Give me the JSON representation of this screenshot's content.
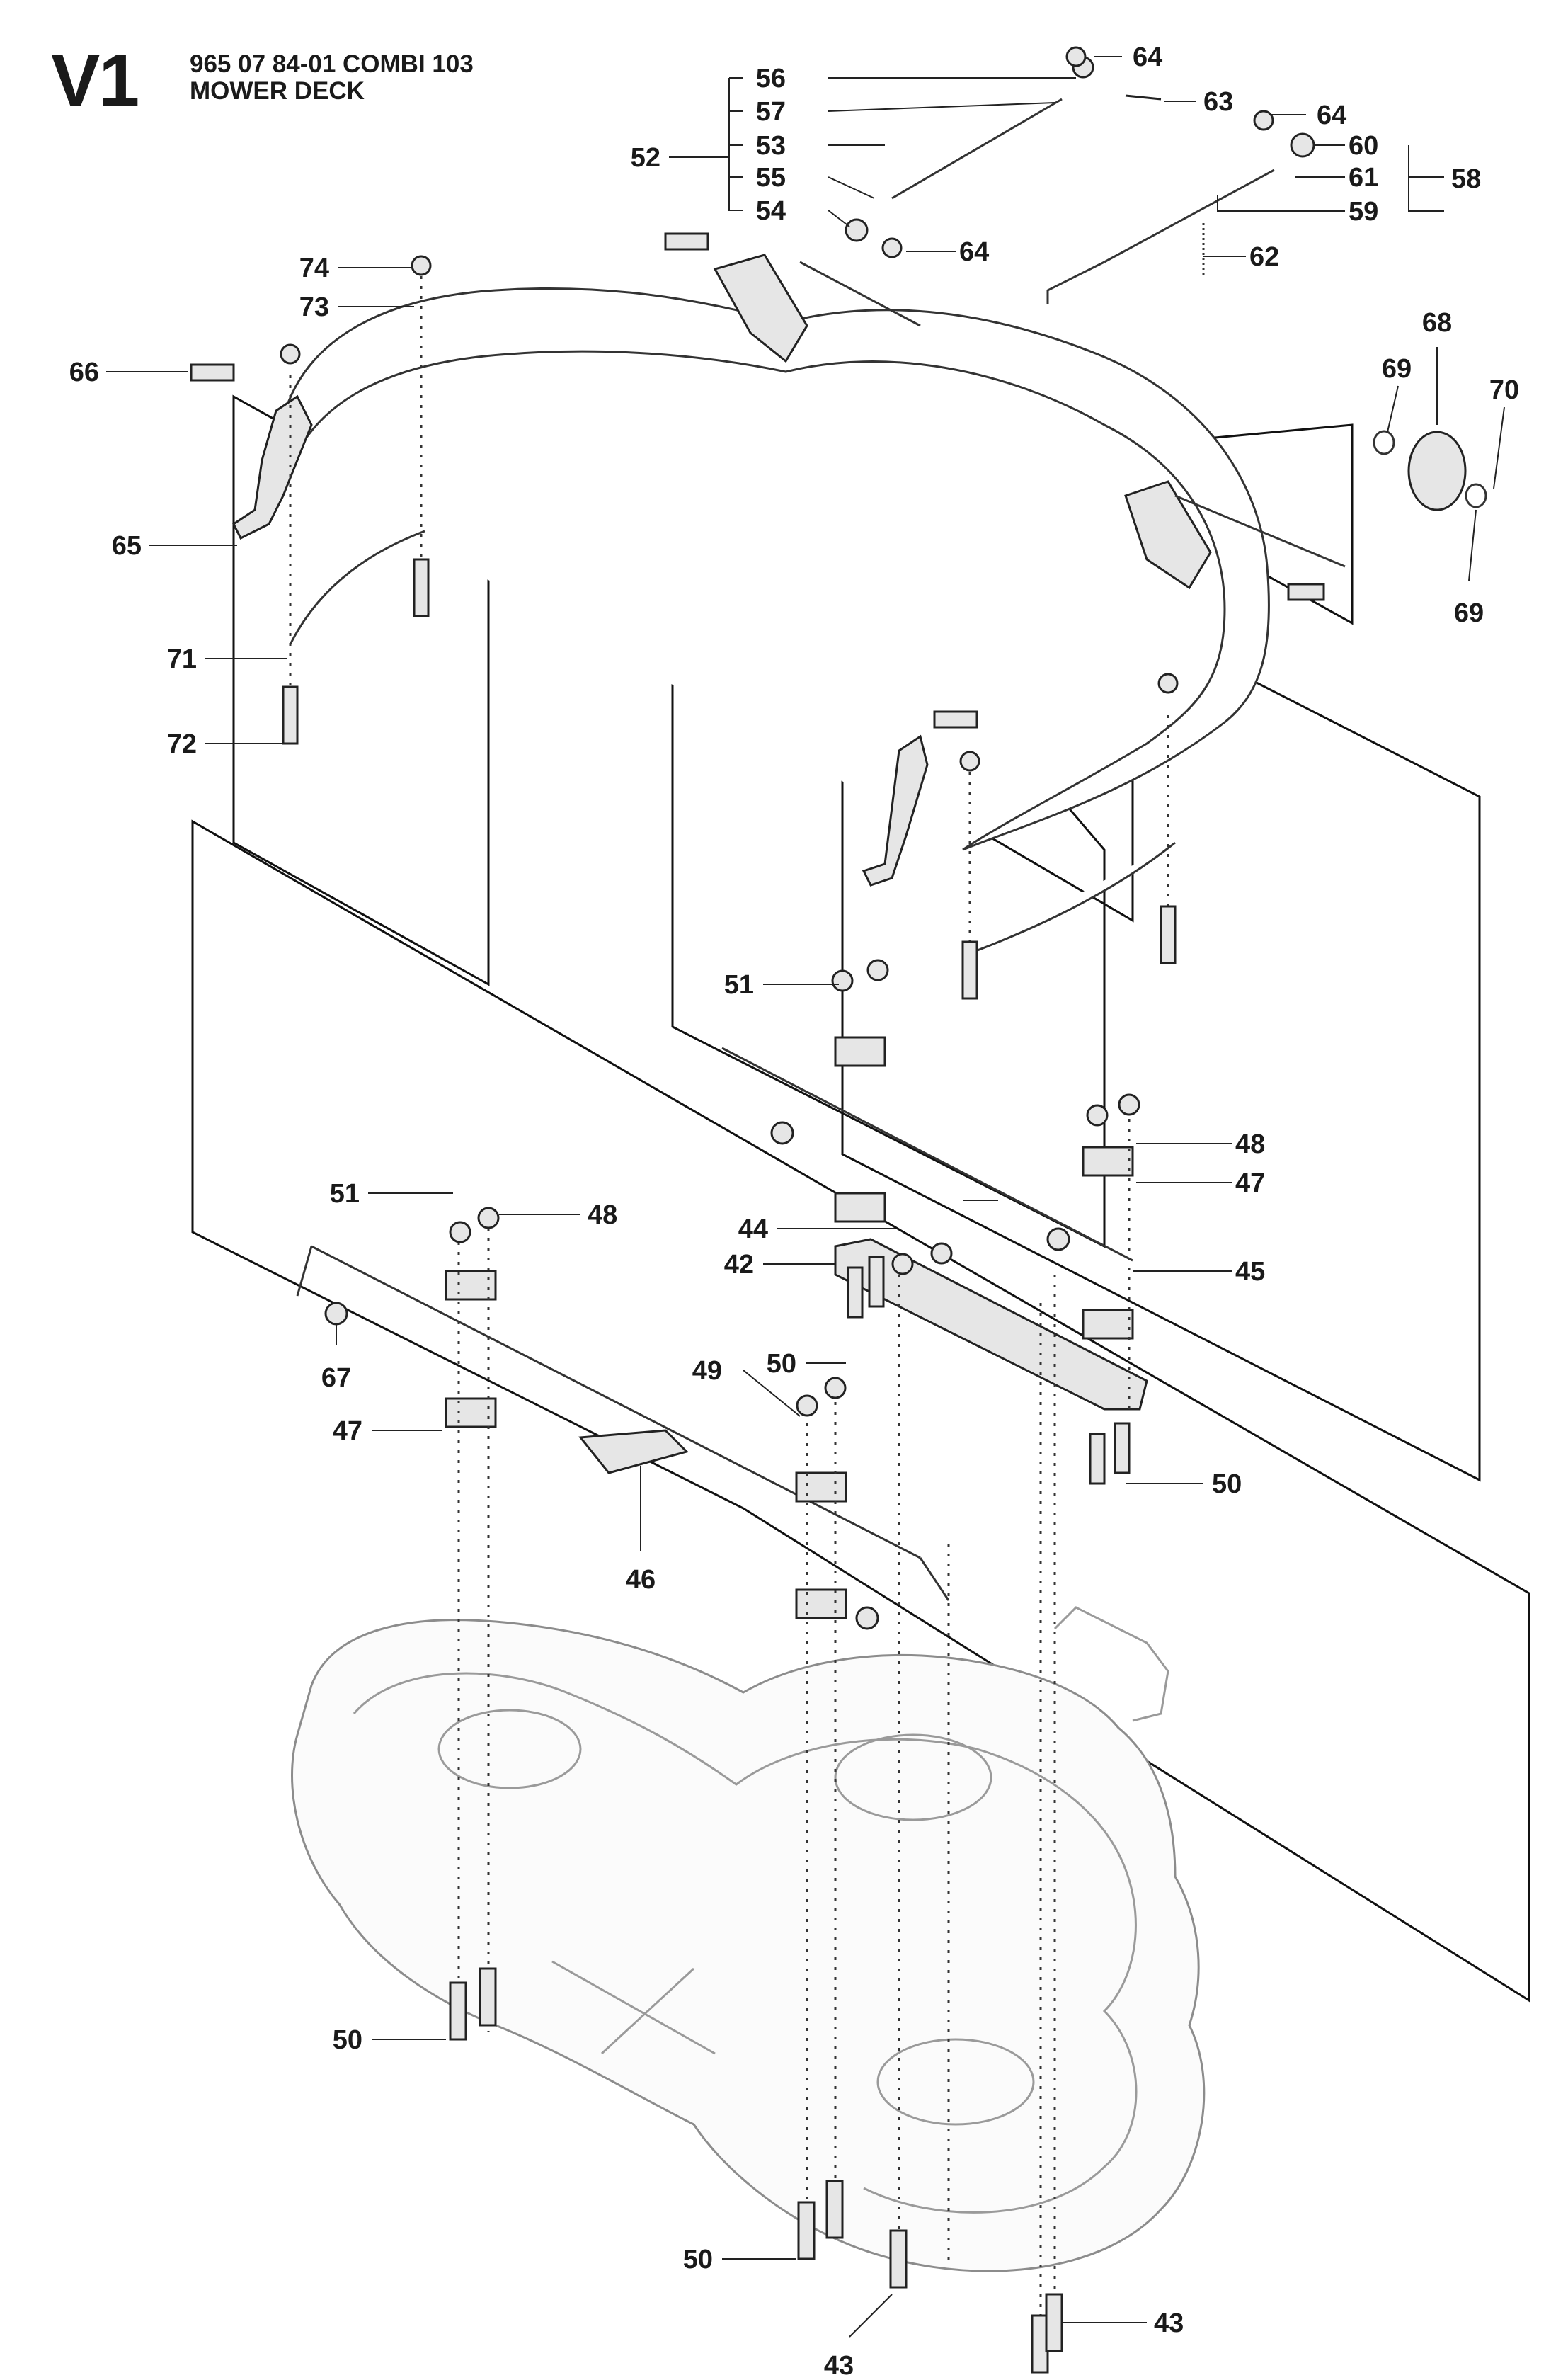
{
  "header": {
    "section_code": "V1",
    "part_number_line": "965 07 84-01 COMBI 103",
    "title_line": "MOWER DECK"
  },
  "callouts": [
    {
      "id": "c56-a",
      "label": "56"
    },
    {
      "id": "c57",
      "label": "57"
    },
    {
      "id": "c53",
      "label": "53"
    },
    {
      "id": "c55",
      "label": "55"
    },
    {
      "id": "c54",
      "label": "54"
    },
    {
      "id": "c52",
      "label": "52"
    },
    {
      "id": "c64-a",
      "label": "64"
    },
    {
      "id": "c63",
      "label": "63"
    },
    {
      "id": "c64-b",
      "label": "64"
    },
    {
      "id": "c64-c",
      "label": "64"
    },
    {
      "id": "c60",
      "label": "60"
    },
    {
      "id": "c61",
      "label": "61"
    },
    {
      "id": "c59",
      "label": "59"
    },
    {
      "id": "c58",
      "label": "58"
    },
    {
      "id": "c62",
      "label": "62"
    },
    {
      "id": "c74",
      "label": "74"
    },
    {
      "id": "c73",
      "label": "73"
    },
    {
      "id": "c66",
      "label": "66"
    },
    {
      "id": "c65",
      "label": "65"
    },
    {
      "id": "c71",
      "label": "71"
    },
    {
      "id": "c72",
      "label": "72"
    },
    {
      "id": "c68",
      "label": "68"
    },
    {
      "id": "c69-a",
      "label": "69"
    },
    {
      "id": "c70",
      "label": "70"
    },
    {
      "id": "c69-b",
      "label": "69"
    },
    {
      "id": "c51-a",
      "label": "51"
    },
    {
      "id": "c48-a",
      "label": "48"
    },
    {
      "id": "c47-a",
      "label": "47"
    },
    {
      "id": "c44",
      "label": "44"
    },
    {
      "id": "c42",
      "label": "42"
    },
    {
      "id": "c45",
      "label": "45"
    },
    {
      "id": "c51-b",
      "label": "51"
    },
    {
      "id": "c48-b",
      "label": "48"
    },
    {
      "id": "c50-a",
      "label": "50"
    },
    {
      "id": "c67",
      "label": "67"
    },
    {
      "id": "c49",
      "label": "49"
    },
    {
      "id": "c47-b",
      "label": "47"
    },
    {
      "id": "c50-b",
      "label": "50"
    },
    {
      "id": "c46",
      "label": "46"
    },
    {
      "id": "c50-c",
      "label": "50"
    },
    {
      "id": "c50-d",
      "label": "50"
    },
    {
      "id": "c43-a",
      "label": "43"
    },
    {
      "id": "c43-b",
      "label": "43"
    }
  ]
}
